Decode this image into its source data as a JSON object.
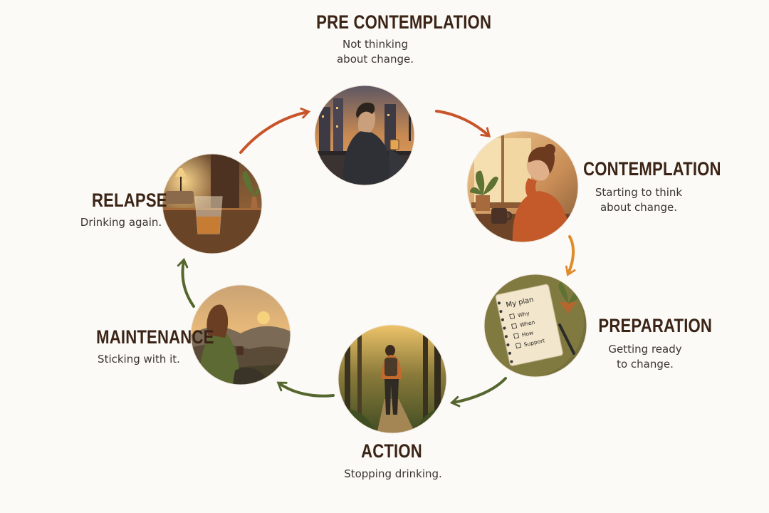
{
  "stages": [
    {
      "id": "precontemplation",
      "title": "PRE CONTEMPLATION",
      "desc1": "Not thinking",
      "desc2": "about change."
    },
    {
      "id": "contemplation",
      "title": "CONTEMPLATION",
      "desc1": "Starting to think",
      "desc2": "about change."
    },
    {
      "id": "preparation",
      "title": "PREPARATION",
      "desc1": "Getting ready",
      "desc2": "to change."
    },
    {
      "id": "action",
      "title": "ACTION",
      "desc1": "Stopping drinking.",
      "desc2": ""
    },
    {
      "id": "maintenance",
      "title": "MAINTENANCE",
      "desc1": "Sticking with it.",
      "desc2": ""
    },
    {
      "id": "relapse",
      "title": "RELAPSE",
      "desc1": "Drinking again.",
      "desc2": ""
    }
  ],
  "notepad": {
    "heading": "My plan",
    "items": [
      "Why",
      "When",
      "How",
      "Support"
    ]
  },
  "colors": {
    "arrow_orange": "#c8552a",
    "arrow_amber": "#e08a2a",
    "arrow_green": "#55662e",
    "title": "#3b2416"
  }
}
